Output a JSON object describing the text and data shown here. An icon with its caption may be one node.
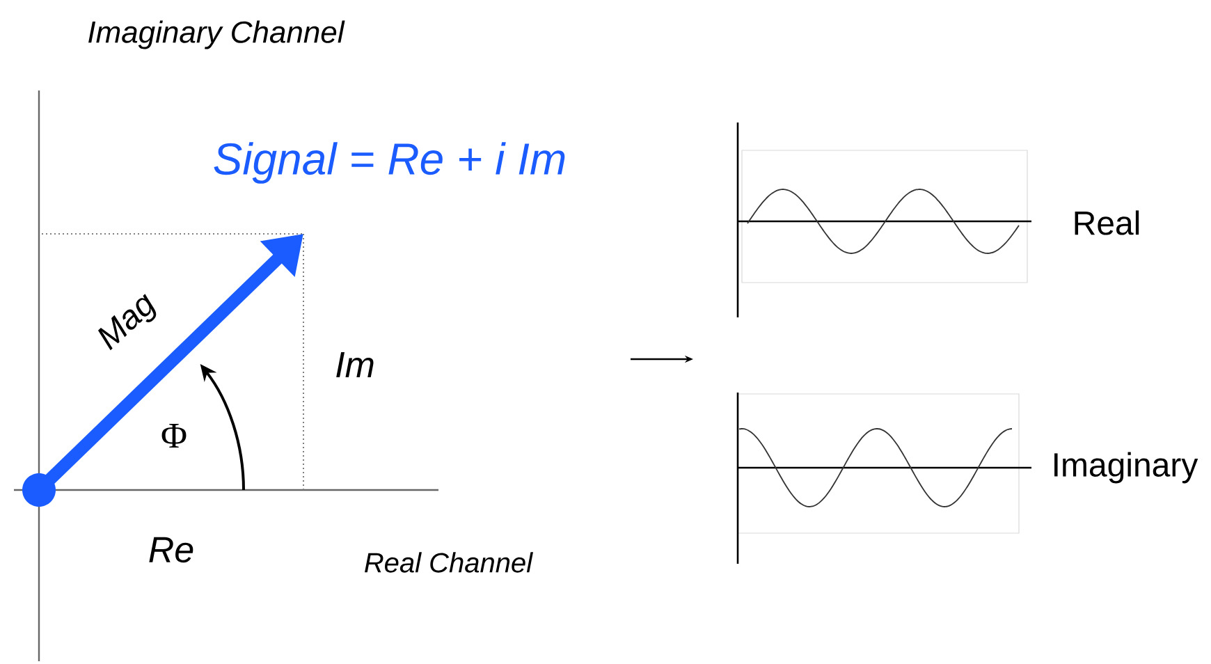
{
  "diagram": {
    "labels": [
      "Imaginary Channel",
      "Signal = Re + i Im",
      "Mag",
      "Im",
      "Φ",
      "Re",
      "Real Channel",
      "Real",
      "Imaginary"
    ]
  }
}
